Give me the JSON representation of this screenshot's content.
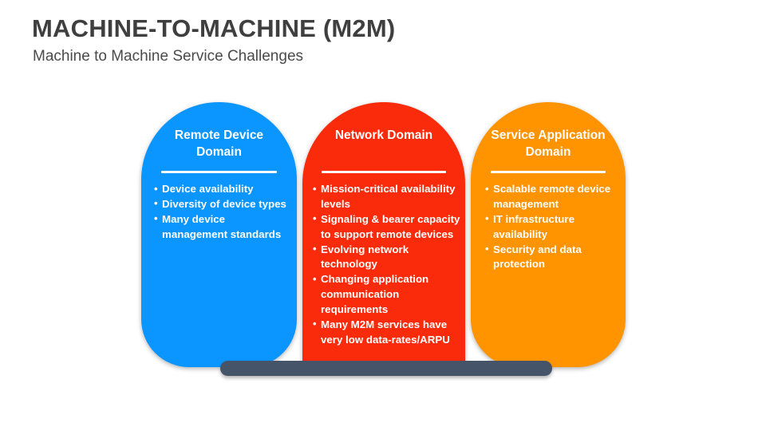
{
  "header": {
    "title": "MACHINE-TO-MACHINE (M2M)",
    "subtitle": "Machine to Machine Service Challenges"
  },
  "colors": {
    "title_text": "#3f3f3f",
    "subtitle_text": "#4a4a4a",
    "blue": "#0a95ff",
    "red": "#fa2b0a",
    "orange": "#ff9400",
    "base_bar": "#455468",
    "text_on_shape": "#ffffff",
    "background": "#ffffff"
  },
  "columns": [
    {
      "id": "remote-device-domain",
      "heading": "Remote Device Domain",
      "color": "#0a95ff",
      "bullets": [
        "Device availability",
        "Diversity of device types",
        "Many device management standards"
      ]
    },
    {
      "id": "network-domain",
      "heading": "Network Domain",
      "color": "#fa2b0a",
      "bullets": [
        "Mission-critical availability levels",
        "Signaling & bearer capacity to support remote devices",
        "Evolving network technology",
        "Changing application communication requirements",
        "Many M2M services have very low data-rates/ARPU"
      ]
    },
    {
      "id": "service-application-domain",
      "heading": "Service Application Domain",
      "color": "#ff9400",
      "bullets": [
        "Scalable remote device management",
        "IT infrastructure availability",
        "Security and data protection"
      ]
    }
  ]
}
